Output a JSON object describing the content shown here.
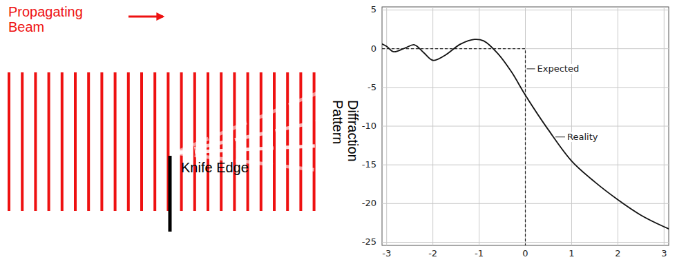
{
  "diagram": {
    "labels": [
      "Propagating Beam",
      "Knife Edge",
      "Diffraction Pattern",
      "5",
      "0",
      "-5",
      "-10",
      "-15",
      "-20",
      "-25",
      "-3",
      "-2",
      "-1",
      "0",
      "1",
      "2",
      "3",
      "Expected",
      "Reality"
    ]
  }
}
